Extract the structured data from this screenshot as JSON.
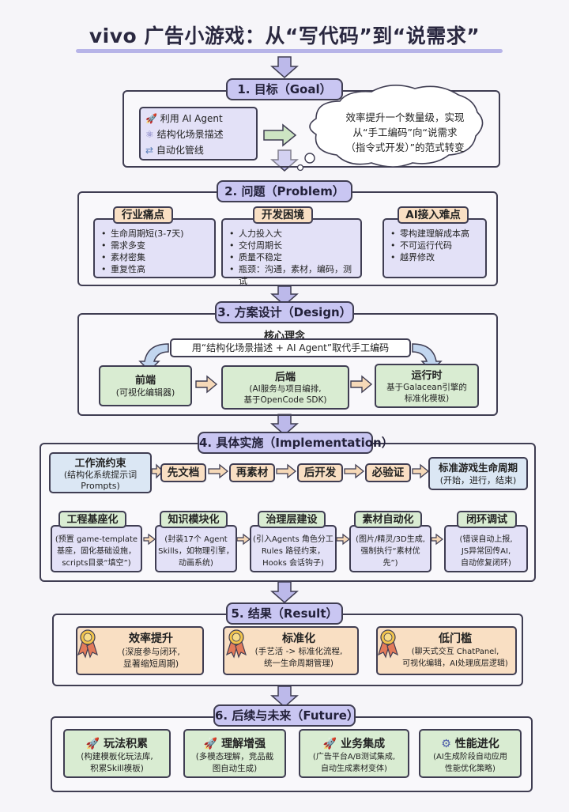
{
  "title": "vivo 广告小游戏：从“写代码”到“说需求”",
  "s1": {
    "pill": "1. 目标（Goal）",
    "items": [
      "利用 AI Agent",
      "结构化场景描述",
      "自动化管线"
    ],
    "cloud": [
      "效率提升一个数量级，实现",
      "从“手工编码”向“说需求",
      "（指令式开发）”的范式转变"
    ]
  },
  "s2": {
    "pill": "2. 问题（Problem）",
    "cols": [
      {
        "title": "行业痛点",
        "items": [
          "生命周期短(3-7天)",
          "需求多变",
          "素材密集",
          "重复性高"
        ]
      },
      {
        "title": "开发困境",
        "items": [
          "人力投入大",
          "交付周期长",
          "质量不稳定",
          "瓶颈：沟通，素材，编码，测试"
        ]
      },
      {
        "title": "AI接入难点",
        "items": [
          "零构建理解成本高",
          "不可运行代码",
          "越界修改"
        ]
      }
    ]
  },
  "s3": {
    "pill": "3. 方案设计（Design）",
    "core_title": "核心理念",
    "core_text": "用“结构化场景描述 + AI Agent”取代手工编码",
    "boxes": [
      {
        "title": "前端",
        "sub": "(可视化编辑器)"
      },
      {
        "title": "后端",
        "sub": "(AI服务与项目编排,",
        "sub2": "基于OpenCode SDK)"
      },
      {
        "title": "运行时",
        "sub": "基于Galacean引擎的",
        "sub2": "标准化模板)"
      }
    ]
  },
  "s4": {
    "pill": "4. 具体实施（Implementation）",
    "workflow": {
      "title": "工作流约束",
      "sub": "(结构化系统提示词",
      "sub2": "Prompts)"
    },
    "steps": [
      "先文档",
      "再素材",
      "后开发",
      "必验证"
    ],
    "lifecycle": {
      "title": "标准游戏生命周期",
      "sub": "(开始，进行，结束)"
    },
    "items": [
      {
        "title": "工程基座化",
        "lines": [
          "(预置 game-template",
          "基座，固化基础设施，",
          "scripts目录“填空”)"
        ]
      },
      {
        "title": "知识模块化",
        "lines": [
          "(封装17个 Agent",
          "Skills，如物理引擎，",
          "动画系统)"
        ]
      },
      {
        "title": "治理层建设",
        "lines": [
          "(引入Agents 角色分工",
          "Rules 路径约束，",
          "Hooks 会话钩子)"
        ]
      },
      {
        "title": "素材自动化",
        "lines": [
          "(图片/精灵/3D生成,",
          "强制执行“素材优",
          "先”)"
        ]
      },
      {
        "title": "闭环调试",
        "lines": [
          "(错误自动上报,",
          "JS异常回传AI,",
          "自动修复闭环)"
        ]
      }
    ]
  },
  "s5": {
    "pill": "5. 结果（Result）",
    "items": [
      {
        "title": "效率提升",
        "lines": [
          "(深度参与闭环,",
          "显著缩短周期)"
        ]
      },
      {
        "title": "标准化",
        "lines": [
          "(手艺活 -> 标准化流程,",
          "统一生命周期管理)"
        ]
      },
      {
        "title": "低门槛",
        "lines": [
          "(聊天式交互 ChatPanel,",
          "可视化编辑，AI处理底层逻辑)"
        ]
      }
    ]
  },
  "s6": {
    "pill": "6. 后续与未来（Future）",
    "items": [
      {
        "title": "玩法积累",
        "icon": "rocket-icon",
        "lines": [
          "(构建模板化玩法库,",
          "积累Skill模板)"
        ]
      },
      {
        "title": "理解增强",
        "icon": "rocket-icon",
        "lines": [
          "(多模态理解，竞品截",
          "图自动生成)"
        ]
      },
      {
        "title": "业务集成",
        "icon": "rocket-icon",
        "lines": [
          "(广告平台A/B测试集成,",
          "自动生成素材变体)"
        ]
      },
      {
        "title": "性能进化",
        "icon": "gear-icon",
        "lines": [
          "(AI生成阶段自动应用",
          "性能优化策略)"
        ]
      }
    ]
  },
  "colors": {
    "pill": "#c9c6f2",
    "green": "#d9ecd2",
    "lavender": "#e3e1f7",
    "peach": "#f9dfc3",
    "blue": "#dbe7f4"
  }
}
